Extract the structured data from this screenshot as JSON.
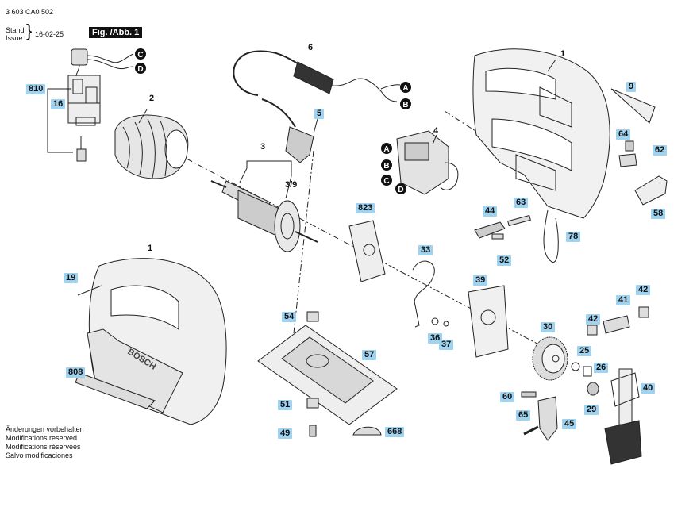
{
  "header": {
    "doc_number": "3 603 CA0 502",
    "stand": "Stand",
    "issue": "Issue",
    "date": "16-02-25",
    "figure": "Fig. /Abb. 1"
  },
  "connectors": [
    "A",
    "B",
    "C",
    "D"
  ],
  "parts": {
    "p1_top": "1",
    "p1_left": "1",
    "p2": "2",
    "p3": "3",
    "p3_9": "3/9",
    "p4": "4",
    "p5": "5",
    "p6": "6",
    "p9": "9",
    "p16": "16",
    "p19": "19",
    "p25": "25",
    "p26": "26",
    "p29": "29",
    "p30": "30",
    "p33": "33",
    "p36": "36",
    "p37": "37",
    "p39": "39",
    "p40": "40",
    "p41": "41",
    "p42a": "42",
    "p42b": "42",
    "p44": "44",
    "p45": "45",
    "p49": "49",
    "p51": "51",
    "p52": "52",
    "p54": "54",
    "p57": "57",
    "p58": "58",
    "p60": "60",
    "p62": "62",
    "p63": "63",
    "p64": "64",
    "p65": "65",
    "p78": "78",
    "p668": "668",
    "p808": "808",
    "p810": "810",
    "p823": "823"
  },
  "body_text": "BOSCH",
  "disclaimer": [
    "Änderungen vorbehalten",
    "Modifications reserved",
    "Modifications réservées",
    "Salvo modificaciones"
  ]
}
